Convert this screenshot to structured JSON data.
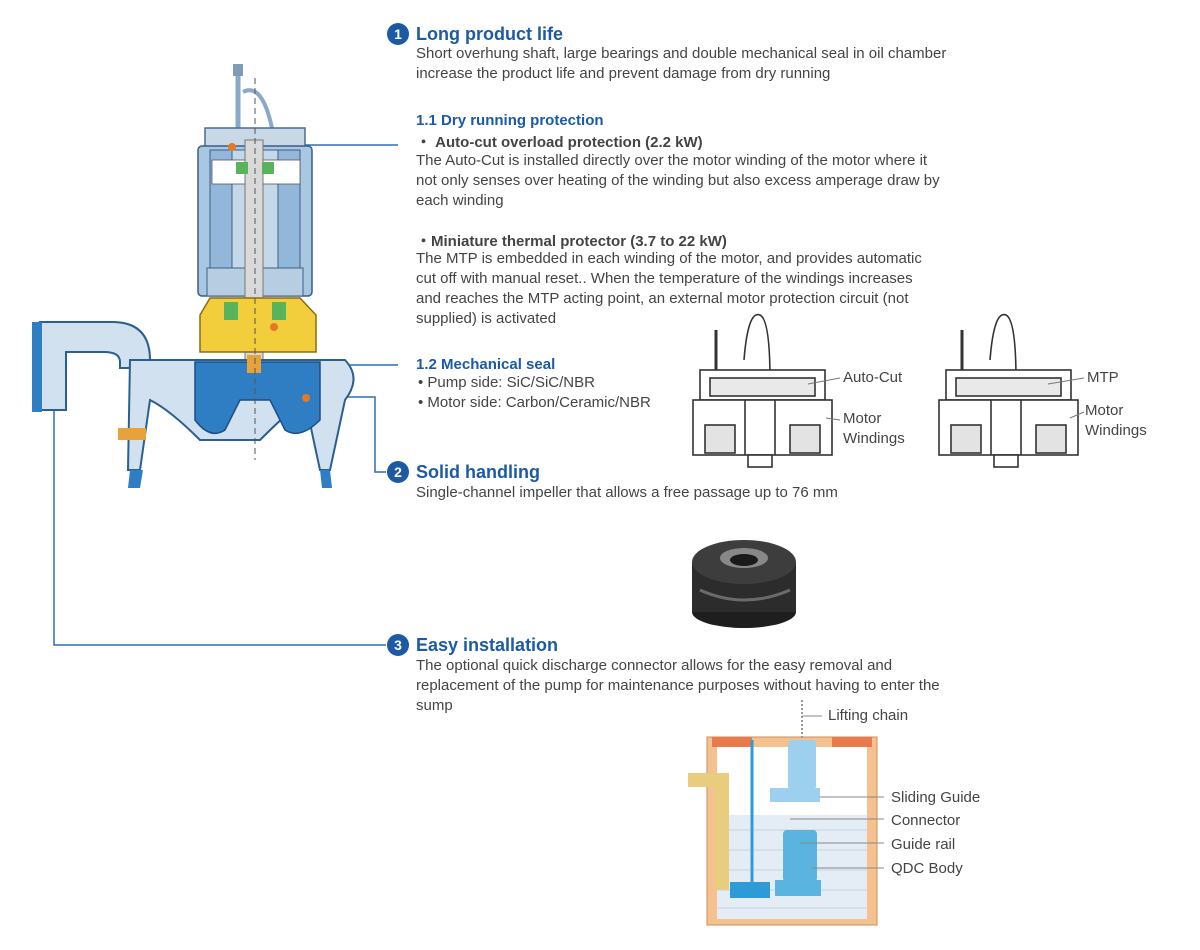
{
  "colors": {
    "accent": "#1c5aa6",
    "badge": "#1c5aa6",
    "pump_blue": "#2f7ec4",
    "pump_light": "#a9c7e3",
    "pump_yellow": "#f2cd3c",
    "pit_orange": "#f5c28f"
  },
  "section1": {
    "num": "1",
    "title": "Long product life",
    "desc_line1": "Short overhung shaft, large bearings and double mechanical seal in oil chamber",
    "desc_line2": "increase the product life and prevent damage from dry running"
  },
  "sub11": {
    "title": "1.1 Dry running protection",
    "auto_title": "・ Auto-cut overload protection (2.2 kW)",
    "auto_line1": "The Auto-Cut is installed directly over the motor winding of the motor where it",
    "auto_line2": "not only senses over heating of the winding but also excess amperage draw by",
    "auto_line3": "each winding",
    "mtp_title": "・Miniature thermal protector (3.7 to 22 kW)",
    "mtp_line1": "The MTP is embedded in each winding of the motor, and provides automatic",
    "mtp_line2": "cut off with manual reset.. When the temperature of the windings increases",
    "mtp_line3": "and reaches the MTP acting point, an external motor protection circuit (not",
    "mtp_line4": "supplied) is activated"
  },
  "sub12": {
    "title": "1.2 Mechanical seal",
    "pump_side": "•  Pump side: SiC/SiC/NBR",
    "motor_side": "•  Motor side: Carbon/Ceramic/NBR"
  },
  "diagram_a": {
    "label_top": "Auto-Cut",
    "label_bottom_1": "Motor",
    "label_bottom_2": "Windings"
  },
  "diagram_b": {
    "label_top": "MTP",
    "label_bottom_1": "Motor",
    "label_bottom_2": "Windings"
  },
  "section2": {
    "num": "2",
    "title": "Solid handling",
    "desc": "Single-channel impeller that allows a free passage up to 76 mm"
  },
  "section3": {
    "num": "3",
    "title": "Easy installation",
    "desc_line1": "The optional quick discharge connector allows for the easy removal and",
    "desc_line2": "replacement of the pump for maintenance purposes without having to enter the",
    "desc_line3": "sump"
  },
  "install_labels": {
    "lifting_chain": "Lifting chain",
    "sliding_guide": "Sliding Guide",
    "connector": "Connector",
    "guide_rail": "Guide rail",
    "qdc_body": "QDC Body"
  }
}
